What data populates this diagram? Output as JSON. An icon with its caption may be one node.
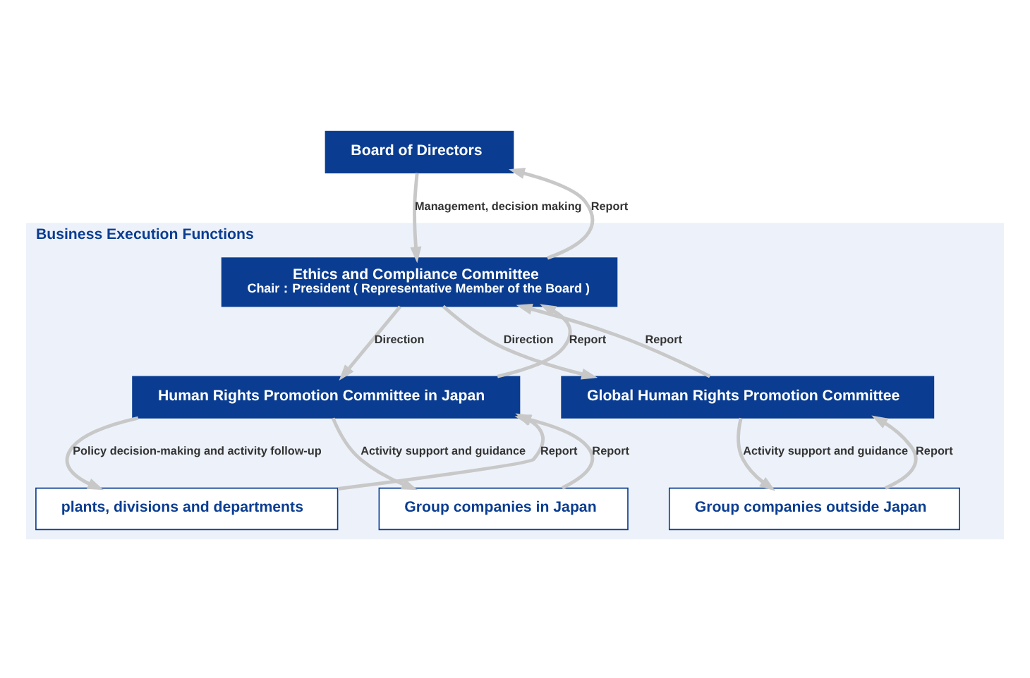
{
  "diagram": {
    "nodes": [
      {
        "text": [
          "Board of Directors"
        ]
      },
      {
        "text": [
          "Business Execution Functions"
        ]
      },
      {
        "text": [
          "Ethics and Compliance Committee",
          "Chair：President ( Representative Member of the Board )"
        ],
        "in": 1
      },
      {
        "text": [
          "Human Rights Promotion Committee in Japan"
        ],
        "in": 1
      },
      {
        "text": [
          "Global Human Rights Promotion Committee"
        ],
        "in": 1
      },
      {
        "text": [
          "plants, divisions and departments"
        ],
        "in": 1
      },
      {
        "text": [
          "Group companies in Japan"
        ],
        "in": 1
      },
      {
        "text": [
          "Group companies outside Japan"
        ],
        "in": 1
      }
    ],
    "edges": [
      {
        "from": 0,
        "to": 2,
        "arrow": "to",
        "label": "Management, decision making"
      },
      {
        "from": 2,
        "to": 0,
        "arrow": "to",
        "label": "Report"
      },
      {
        "from": 2,
        "to": 3,
        "arrow": "to",
        "label": "Direction"
      },
      {
        "from": 3,
        "to": 2,
        "arrow": "to",
        "label": "Report"
      },
      {
        "from": 2,
        "to": 4,
        "arrow": "to",
        "label": "Direction"
      },
      {
        "from": 4,
        "to": 2,
        "arrow": "to",
        "label": "Report"
      },
      {
        "from": 3,
        "to": 5,
        "arrow": "to",
        "label": "Policy decision-making and activity follow-up"
      },
      {
        "from": 5,
        "to": 3,
        "arrow": "to",
        "label": "Report"
      },
      {
        "from": 3,
        "to": 6,
        "arrow": "to",
        "label": "Activity support and guidance"
      },
      {
        "from": 6,
        "to": 3,
        "arrow": "to",
        "label": "Report"
      },
      {
        "from": 4,
        "to": 7,
        "arrow": "to",
        "label": "Activity support and guidance"
      },
      {
        "from": 7,
        "to": 4,
        "arrow": "to",
        "label": "Report"
      }
    ]
  }
}
